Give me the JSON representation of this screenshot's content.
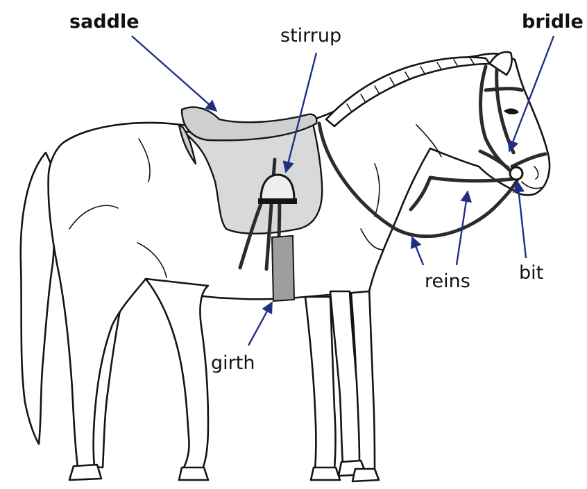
{
  "labels": {
    "saddle": "saddle",
    "stirrup": "stirrup",
    "bridle": "bridle",
    "reins": "reins",
    "bit": "bit",
    "girth": "girth"
  },
  "colors": {
    "arrow": "#1f2f86",
    "saddle_fill": "#d9d9d9",
    "girth_fill": "#9e9e9e",
    "outline": "#141414"
  }
}
